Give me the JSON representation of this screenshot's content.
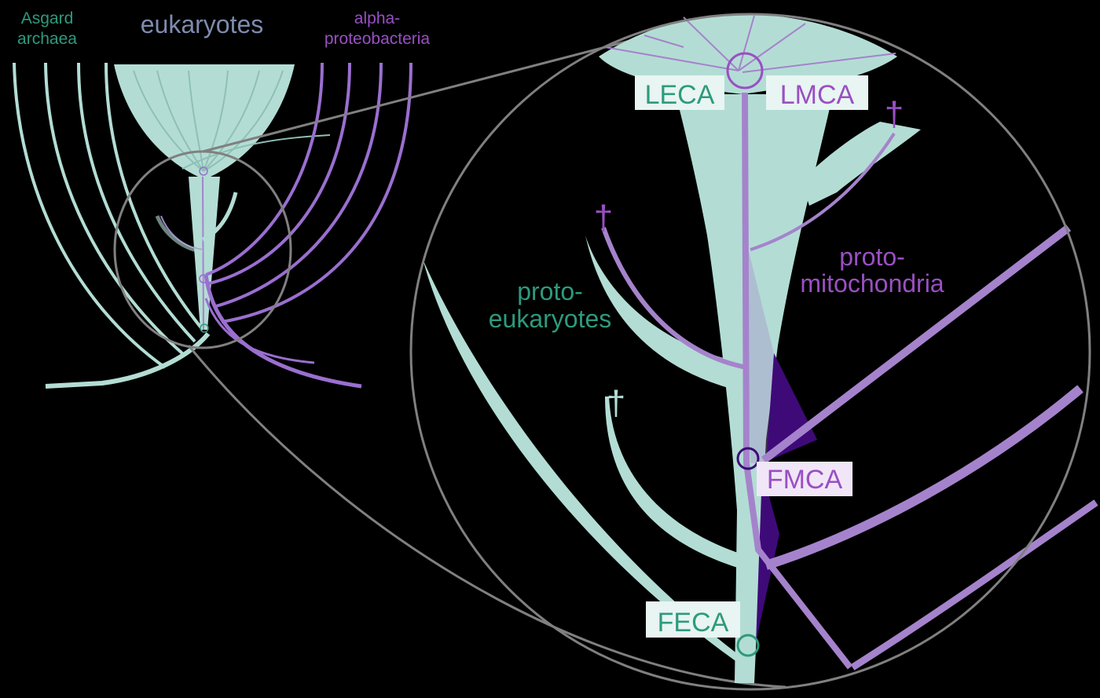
{
  "labels": {
    "asgard_line1": "Asgard",
    "asgard_line2": "archaea",
    "eukaryotes": "eukaryotes",
    "alpha_line1": "alpha-",
    "alpha_line2": "proteobacteria",
    "leca": "LECA",
    "lmca": "LMCA",
    "proto_mito_line1": "proto-",
    "proto_mito_line2": "mitochondria",
    "proto_euk_line1": "proto-",
    "proto_euk_line2": "eukaryotes",
    "fmca": "FMCA",
    "feca": "FECA"
  },
  "symbols": {
    "extinction": "†"
  },
  "colors": {
    "background": "#000000",
    "mint": "#b3ddd4",
    "purple_light": "#a583cc",
    "purple_mid": "#9a6fd0",
    "purple_dark": "#3e0a78",
    "outline_gray": "#808080",
    "text_green": "#2e9a7d",
    "text_purple": "#9a4fc3",
    "text_steel": "#7d8cae"
  }
}
